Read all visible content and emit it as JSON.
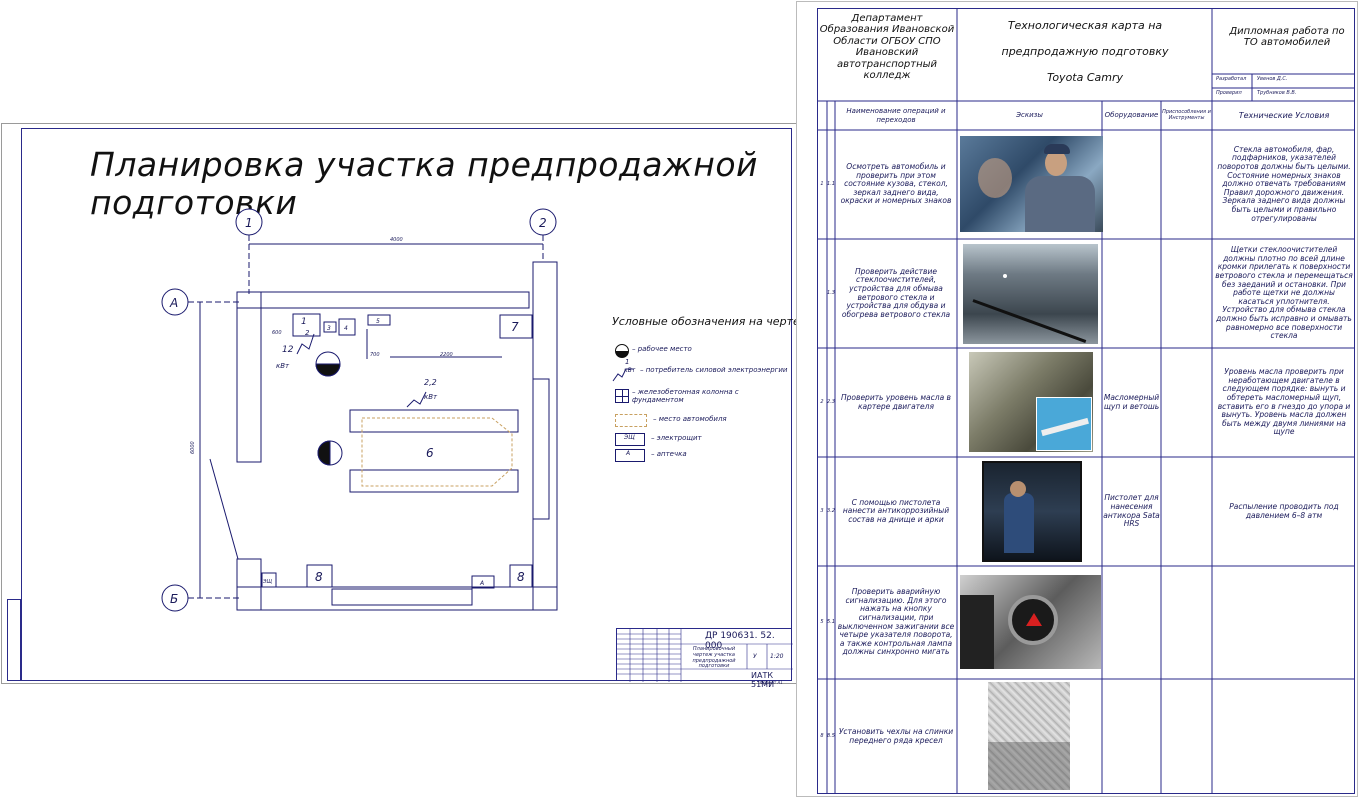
{
  "left_sheet": {
    "title": "Планировка участка предпродажной подготовки",
    "axis_labels": [
      "1",
      "2",
      "А",
      "Б"
    ],
    "dimensions": {
      "top": "4000",
      "left": "6000",
      "small_a": "600",
      "small_b": "700",
      "small_c": "2200"
    },
    "equipment_labels": {
      "n1": "1",
      "n2": "2",
      "n3": "3",
      "n4": "4",
      "n5": "5",
      "n6": "6",
      "n7": "7",
      "n8a": "8",
      "n8b": "8",
      "nc": "ЭЩ",
      "na": "А"
    },
    "power": [
      {
        "value": "12",
        "unit": "кВт"
      },
      {
        "value": "2,2",
        "unit": "кВт"
      }
    ],
    "legend": {
      "title": "Условные обозначения на чертеже:",
      "items": [
        {
          "symbol": "half-circle-icon",
          "label": "– рабочее место"
        },
        {
          "symbol": "power-consumer-icon",
          "label": "– потребитель силовой электроэнергии",
          "sym_value": "1",
          "sym_unit": "кВт"
        },
        {
          "symbol": "column-icon",
          "label": "– железобетонная колонна с фундаментом"
        },
        {
          "symbol": "car-place-icon",
          "label": "– место автомобиля"
        },
        {
          "symbol": "panel-icon",
          "label": "– электрощит",
          "sym_text": "ЭЩ"
        },
        {
          "symbol": "first-aid-icon",
          "label": "– аптечка",
          "sym_text": "А"
        }
      ]
    },
    "title_block": {
      "doc_code": "ДР 190631. 52. 000",
      "name": "Планировочный чертеж участка предпродажной подготовки",
      "stage": "У",
      "scale": "1:20",
      "org": "ИАТК  51МИ",
      "format": "Формат А1"
    }
  },
  "right_sheet": {
    "header": {
      "institution": "Департамент Образования Ивановской Области ОГБОУ СПО Ивановский автотранспортный колледж",
      "doc_title_1": "Технологическая карта на",
      "doc_title_2": "предпродажную подготовку",
      "car": "Toyota Camry",
      "work_title": "Дипломная работа по ТО автомобилей",
      "developed_label": "Разработал",
      "developed_name": "Увенов Д.С.",
      "checked_label": "Проверил",
      "checked_name": "Трубников В.В."
    },
    "columns": {
      "operation": "Наименование операций и переходов",
      "sketch": "Эскизы",
      "equipment": "Оборудование",
      "tools": "Приспособления и Инструменты",
      "conditions": "Технические Условия"
    },
    "rows": [
      {
        "n1": "1",
        "n2": "1.1",
        "operation": "Осмотреть автомобиль и проверить при этом состояние кузова, стекол, зеркал заднего вида, окраски и номерных знаков",
        "equipment": "",
        "conditions": "Стекла автомобиля, фар, подфарников, указателей поворотов должны быть целыми. Состояние номерных знаков должно отвечать требованиям Правил дорожного движения. Зеркала заднего вида должны быть целыми и правильно отрегулированы",
        "photo": "inspection"
      },
      {
        "n1": "",
        "n2": "1.3",
        "operation": "Проверить действие стеклоочистителей, устройства для обмыва ветрового стекла и устройства для обдува и обогрева ветрового стекла",
        "equipment": "",
        "conditions": "Щетки стеклоочистителей должны плотно по всей длине кромки прилегать к поверхности ветрового стекла и перемещаться без заеданий и остановки. При работе щетки не должны касаться уплотнителя. Устройство для обмыва стекла должно быть исправно и омывать равномерно все поверхности стекла",
        "photo": "wiper"
      },
      {
        "n1": "2",
        "n2": "2.3",
        "operation": "Проверить уровень масла в картере двигателя",
        "equipment": "Масломерный щуп и ветошь",
        "conditions": "Уровень масла проверить при неработающем двигателе в следующем порядке: вынуть и обтереть масломерный щуп, вставить его в гнездо до упора и вынуть. Уровень масла должен быть между двумя линиями на щупе",
        "photo": "dipstick"
      },
      {
        "n1": "3",
        "n2": "3.2",
        "operation": "С помощью пистолета нанести антикоррозийный состав на днище и арки",
        "equipment": "Пистолет для нанесения антикора Sata HRS",
        "conditions": "Распыление проводить под давлением 6–8 атм",
        "photo": "underbody"
      },
      {
        "n1": "5",
        "n2": "5.1",
        "operation": "Проверить аварийную сигнализацию. Для этого нажать на кнопку сигнализации, при выключенном зажигании все четыре указателя поворота, а также контрольная лампа должны синхронно мигать",
        "equipment": "",
        "conditions": "",
        "photo": "hazard"
      },
      {
        "n1": "8",
        "n2": "8.5",
        "operation": "Установить чехлы на спинки переднего ряда кресел",
        "equipment": "",
        "conditions": "",
        "photo": "seatcover"
      }
    ]
  }
}
